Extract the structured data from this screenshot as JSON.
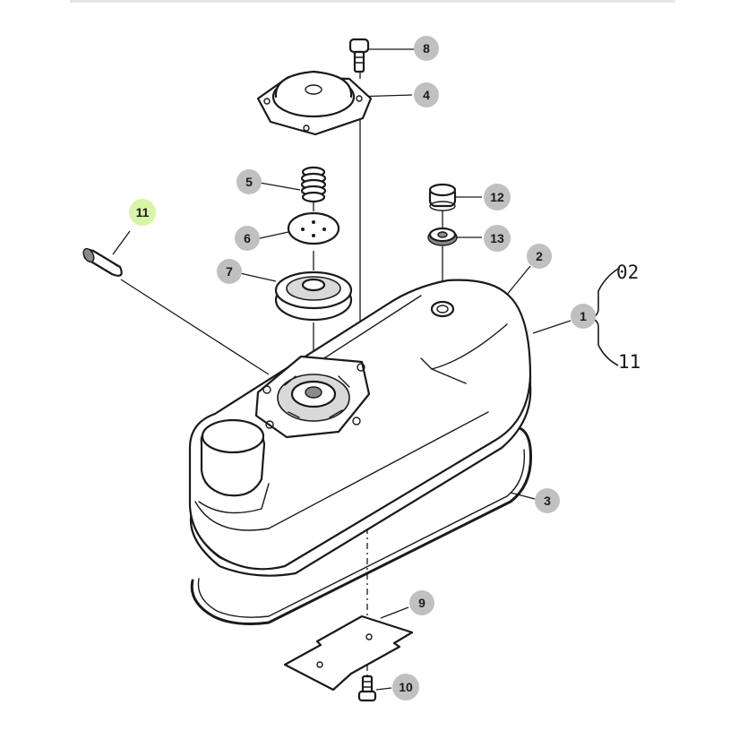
{
  "diagram": {
    "callouts": [
      {
        "id": "c8",
        "label": "8",
        "fill": "#c0c0c0"
      },
      {
        "id": "c4",
        "label": "4",
        "fill": "#c0c0c0"
      },
      {
        "id": "c5",
        "label": "5",
        "fill": "#c0c0c0"
      },
      {
        "id": "c6",
        "label": "6",
        "fill": "#c0c0c0"
      },
      {
        "id": "c7",
        "label": "7",
        "fill": "#c0c0c0"
      },
      {
        "id": "c11",
        "label": "11",
        "fill": "#d6f5a6"
      },
      {
        "id": "c12",
        "label": "12",
        "fill": "#c0c0c0"
      },
      {
        "id": "c13",
        "label": "13",
        "fill": "#c0c0c0"
      },
      {
        "id": "c2",
        "label": "2",
        "fill": "#c0c0c0"
      },
      {
        "id": "c1",
        "label": "1",
        "fill": "#c0c0c0"
      },
      {
        "id": "c3",
        "label": "3",
        "fill": "#c0c0c0"
      },
      {
        "id": "c9",
        "label": "9",
        "fill": "#c0c0c0"
      },
      {
        "id": "c10",
        "label": "10",
        "fill": "#c0c0c0"
      }
    ],
    "variants": {
      "top": "02",
      "bottom": "11"
    }
  }
}
